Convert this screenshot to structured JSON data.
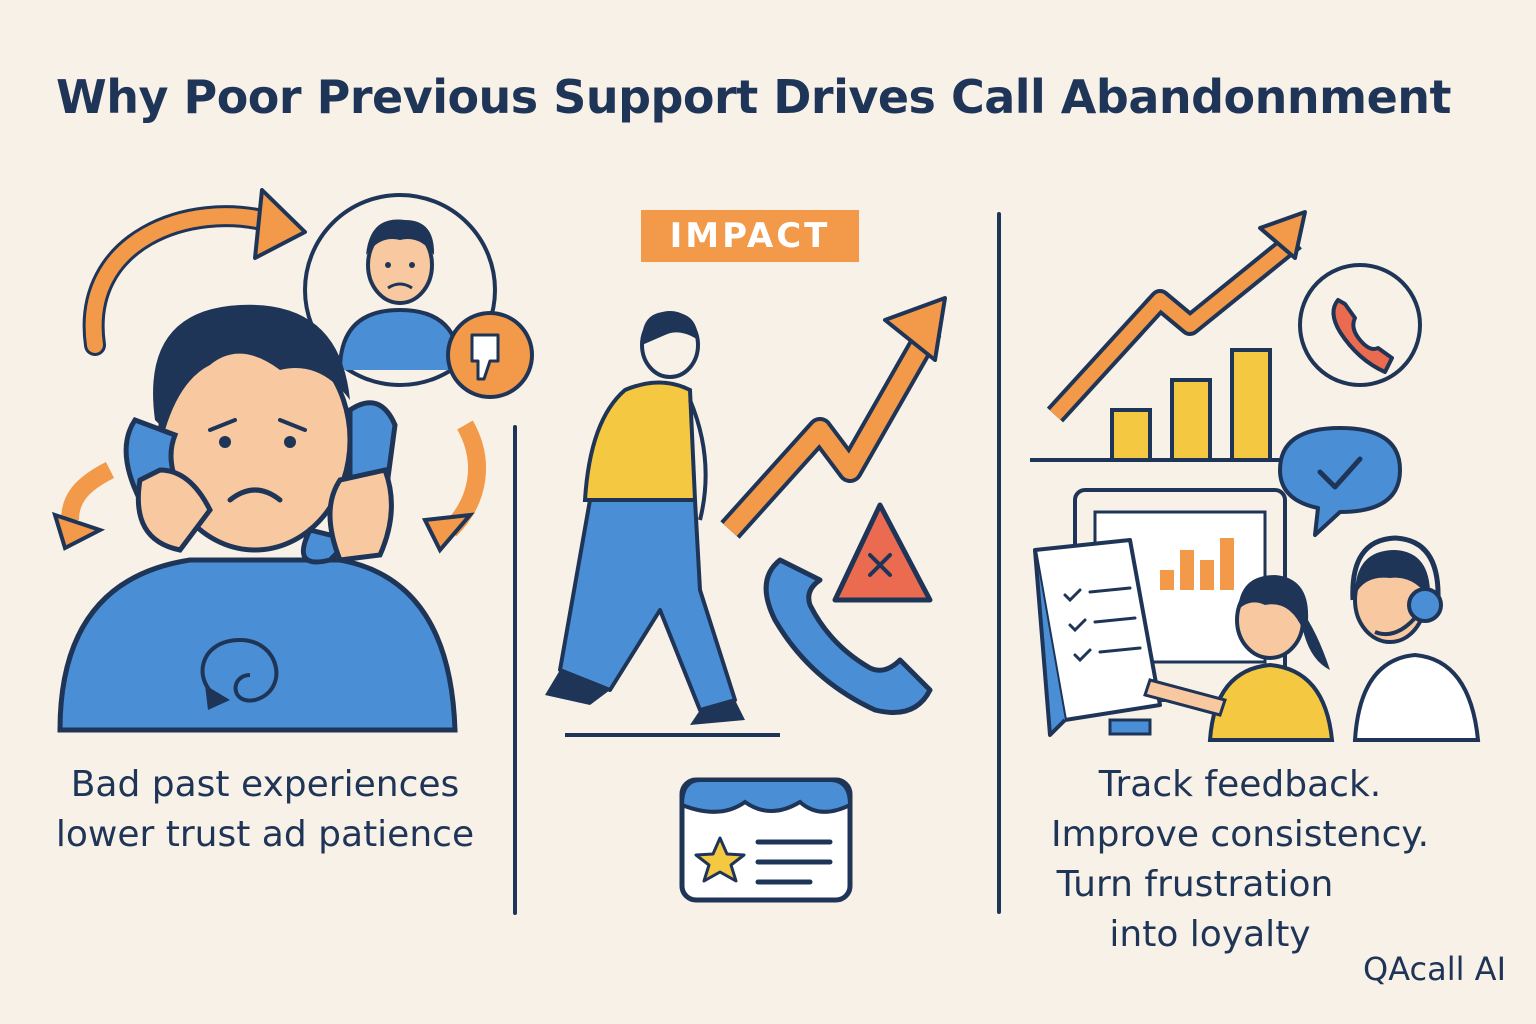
{
  "title": "Why Poor Previous Support Drives Call Abandonnment",
  "panels": {
    "left": {
      "caption_line1": "Bad past experiences",
      "caption_line2": "lower trust ad patience"
    },
    "middle": {
      "badge": "IMPACT"
    },
    "right": {
      "caption_line1": "Track feedback.",
      "caption_line2": "Improve consistency.",
      "caption_line3": "Turn frustration",
      "caption_line4": "into loyalty"
    }
  },
  "brand": "QAcall AI",
  "colors": {
    "navy": "#1f3558",
    "blue": "#4a8fd6",
    "orange": "#f2994a",
    "yellow": "#f5c842",
    "skin": "#f8c9a0",
    "background": "#f8f1e7",
    "red": "#ea6b4f"
  },
  "icons": [
    "thumbs-down-icon",
    "phone-icon",
    "warning-icon",
    "check-bubble-icon",
    "star-card-icon",
    "trend-arrow-icon"
  ]
}
